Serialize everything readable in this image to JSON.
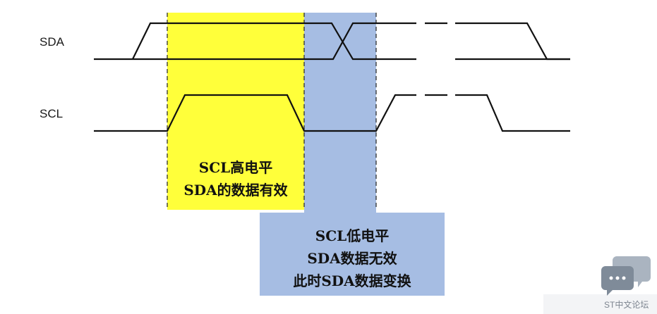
{
  "signals": {
    "sda_label": "SDA",
    "scl_label": "SCL"
  },
  "notes": {
    "high": [
      "SCL高电平",
      "SDA的数据有效"
    ],
    "low": [
      "SCL低电平",
      "SDA数据无效",
      "此时SDA数据变换"
    ]
  },
  "colors": {
    "high_region": "#ffff3a",
    "low_region": "#a6bde3",
    "waveform": "#111111"
  },
  "watermark": {
    "icon": "chat-bubbles-icon",
    "text": "ST中文论坛"
  }
}
